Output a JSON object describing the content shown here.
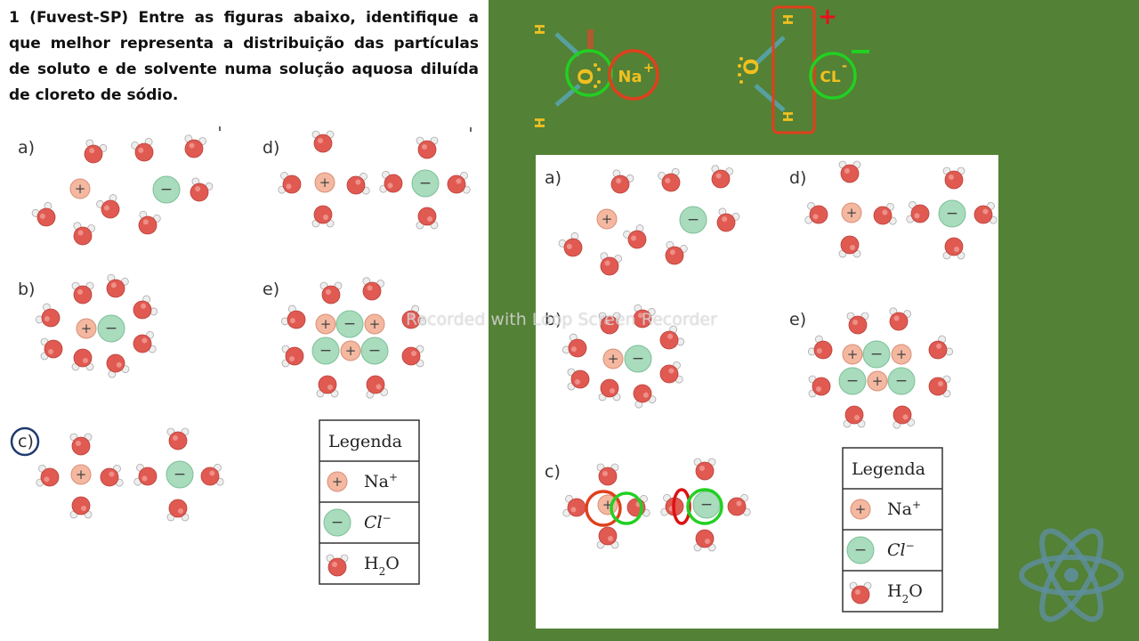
{
  "question": {
    "text": "1 (Fuvest-SP) Entre as figuras abaixo, identifique a que melhor representa a distribuição das partículas de soluto e de solvente numa solução aquosa diluída de cloreto de sódio."
  },
  "options": {
    "a": "a)",
    "b": "b)",
    "c": "c)",
    "d": "d)",
    "e": "e)"
  },
  "answer": "c",
  "legend": {
    "title": "Legenda",
    "na": "Na",
    "na_charge": "+",
    "cl": "Cl",
    "cl_charge": "−",
    "water_h": "H",
    "water_sub": "2",
    "water_o": "O"
  },
  "ion_symbols": {
    "plus": "+",
    "minus": "−"
  },
  "top_diagram": {
    "h": "H",
    "o": "O",
    "na": "Na",
    "na_charge": "+",
    "cl": "CL",
    "cl_charge": "-",
    "plus_sign": "+",
    "minus_sign": "−"
  },
  "watermark": "Recorded with Loop Screen Recorder",
  "colors": {
    "background_right": "#538135",
    "ion_na": "#f4b8a0",
    "ion_cl": "#a8dcbc",
    "water_o": "#e05a52",
    "water_h": "#eeeeee",
    "h_label": "#f0c020",
    "ring_red": "#e0401e",
    "ring_green": "#22d022",
    "answer_ring": "#1f3a6e",
    "atom_logo": "#5f8fa0"
  },
  "icons": {
    "logo": "atom-icon"
  }
}
